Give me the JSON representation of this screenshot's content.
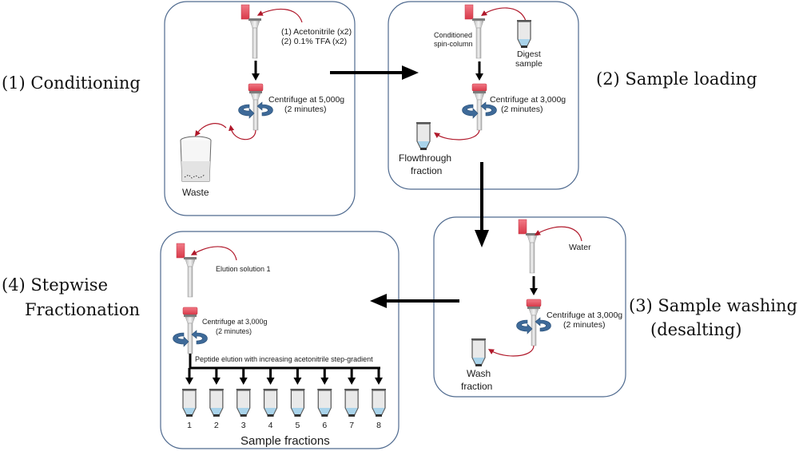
{
  "steps": [
    {
      "id": 1,
      "title": "(1) Conditioning",
      "reagent_lines": [
        "(1) Acetonitrile (x2)",
        "(2) 0.1% TFA (x2)"
      ],
      "centrifuge_lines": [
        "Centrifuge at 5,000g",
        "(2 minutes)"
      ],
      "output_label": "Waste",
      "output_vessel": "beaker"
    },
    {
      "id": 2,
      "title": "(2) Sample loading",
      "column_label_lines": [
        "Conditioned",
        "spin-column"
      ],
      "input_label_lines": [
        "Digest",
        "sample"
      ],
      "centrifuge_lines": [
        "Centrifuge at 3,000g",
        "(2 minutes)"
      ],
      "output_label_lines": [
        "Flowthrough",
        "fraction"
      ]
    },
    {
      "id": 3,
      "title_lines": [
        "(3) Sample washing",
        "(desalting)"
      ],
      "reagent_label": "Water",
      "centrifuge_lines": [
        "Centrifuge at 3,000g",
        "(2 minutes)"
      ],
      "output_label_lines": [
        "Wash",
        "fraction"
      ]
    },
    {
      "id": 4,
      "title_lines": [
        "(4) Stepwise",
        "Fractionation"
      ],
      "reagent_label": "Elution solution 1",
      "centrifuge_lines": [
        "Centrifuge at 3,000g",
        "(2 minutes)"
      ],
      "gradient_label": "Peptide elution with increasing acetonitrile step-gradient",
      "fractions": [
        "1",
        "2",
        "3",
        "4",
        "5",
        "6",
        "7",
        "8"
      ],
      "fractions_caption": "Sample fractions"
    }
  ],
  "colors": {
    "panel_border": "#4f6a8f",
    "cap_red": "#e8505f",
    "arc_red": "#b0182a",
    "rotation_blue": "#3e6a99",
    "liquid_blue": "#a9d3ea"
  }
}
